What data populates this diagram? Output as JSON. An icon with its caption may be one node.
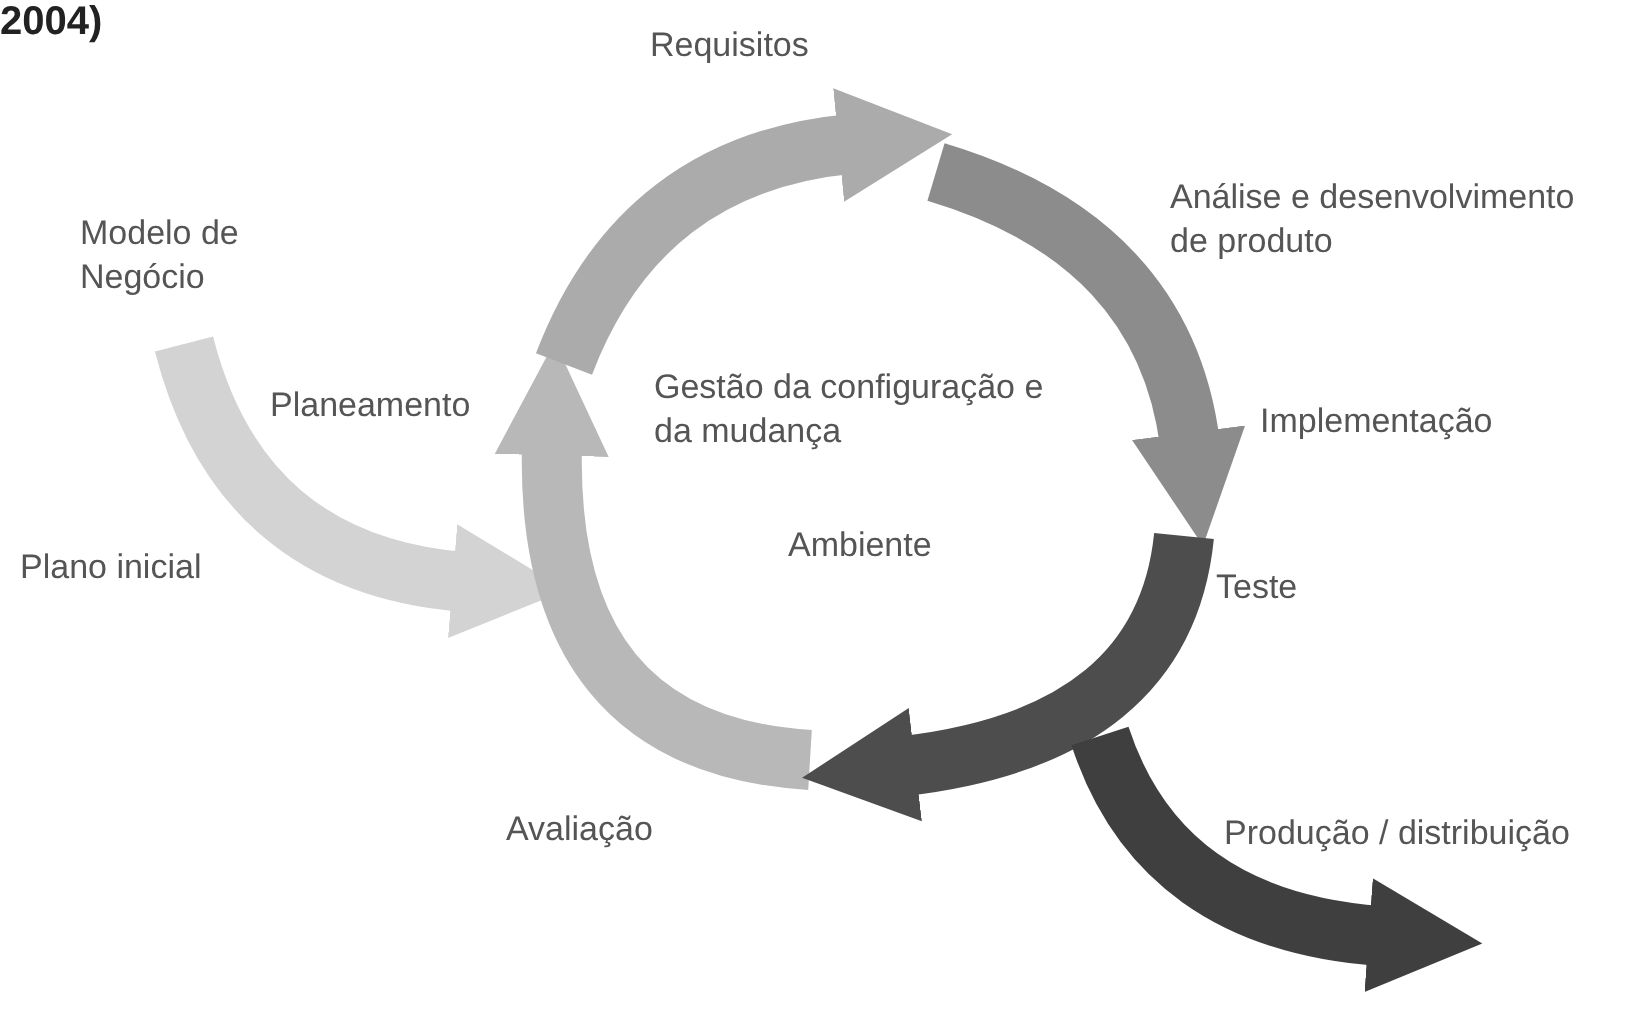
{
  "diagram": {
    "labels": [
      "2004)",
      "Requisitos",
      "Modelo de Negócio",
      "Análise e desenvolvimento de produto",
      "Planeamento",
      "Gestão da configuração e da mudança",
      "Implementação",
      "Plano inicial",
      "Ambiente",
      "Teste",
      "Avaliação",
      "Produção / distribuição"
    ]
  }
}
